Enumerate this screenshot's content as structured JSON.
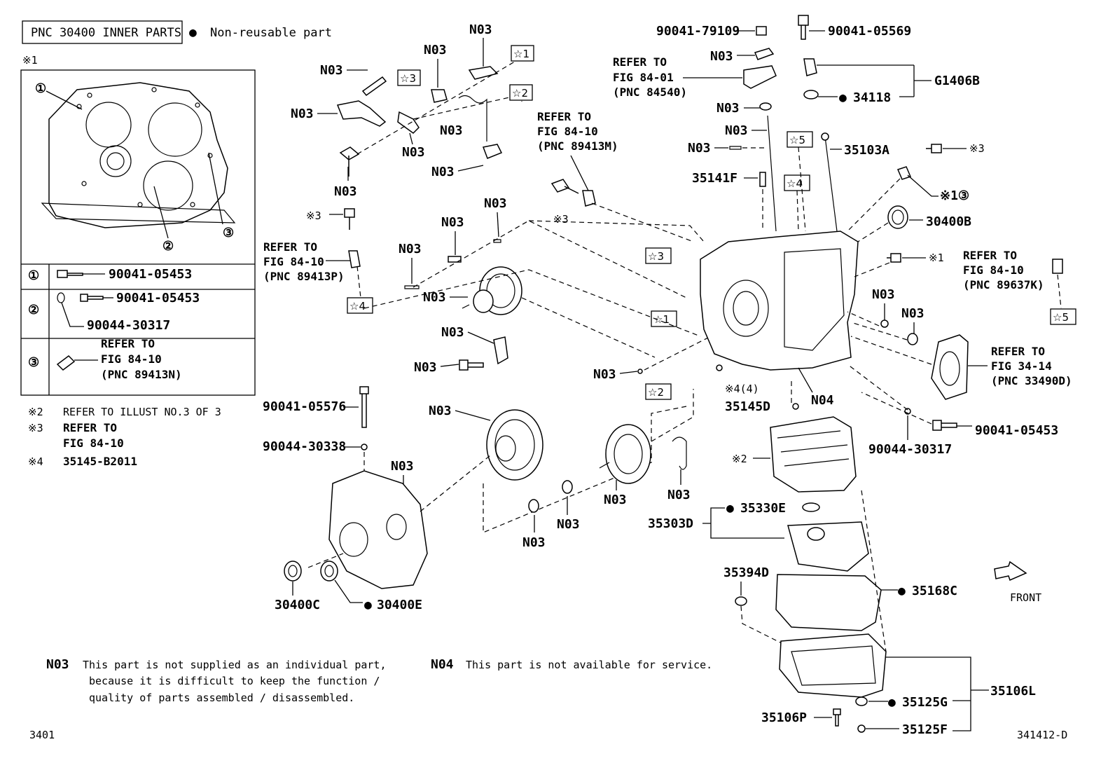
{
  "header": {
    "pnc_label": "PNC 30400 INNER PARTS",
    "legend_dot": "●",
    "legend_text": "Non-reusable part"
  },
  "inset": {
    "mark": "※1",
    "callouts": [
      "①",
      "②",
      "③"
    ],
    "rows": [
      {
        "num": "①",
        "parts": [
          "90041-05453"
        ]
      },
      {
        "num": "②",
        "parts": [
          "90041-05453",
          "90044-30317"
        ]
      },
      {
        "num": "③",
        "refer": [
          "REFER TO",
          "FIG 84-10",
          "(PNC 89413N)"
        ]
      }
    ]
  },
  "side_notes": [
    {
      "mark": "※2",
      "text": "REFER TO ILLUST NO.3 OF 3"
    },
    {
      "mark": "※3",
      "text": "REFER TO",
      "text2": "FIG 84-10"
    },
    {
      "mark": "※4",
      "text": "35145-B2011"
    }
  ],
  "labels": {
    "n03": "N03",
    "n04": "N04",
    "p90041_79109": "90041-79109",
    "p90041_05569": "90041-05569",
    "g1406b": "G1406B",
    "p34118": "34118",
    "p35103a": "35103A",
    "p35141f": "35141F",
    "p30400b": "30400B",
    "x1_3": "※1③",
    "x3": "※3",
    "x1": "※1",
    "x2": "※2",
    "x4_4": "※4(4)",
    "p35145d": "35145D",
    "p90041_05453": "90041-05453",
    "p90044_30317": "90044-30317",
    "p90041_05576": "90041-05576",
    "p90044_30338": "90044-30338",
    "p30400c": "30400C",
    "p30400e": "30400E",
    "p35303d": "35303D",
    "p35330e": "35330E",
    "p35394d": "35394D",
    "p35168c": "35168C",
    "p35106l": "35106L",
    "p35125g": "35125G",
    "p35125f": "35125F",
    "p35106p": "35106P",
    "front": "FRONT"
  },
  "stars": [
    "☆1",
    "☆2",
    "☆3",
    "☆4",
    "☆5"
  ],
  "refers": {
    "r8401": [
      "REFER TO",
      "FIG 84-01",
      "(PNC 84540)"
    ],
    "r89413m": [
      "REFER TO",
      "FIG 84-10",
      "(PNC 89413M)"
    ],
    "r89413p": [
      "REFER TO",
      "FIG 84-10",
      "(PNC 89413P)"
    ],
    "r89637k": [
      "REFER TO",
      "FIG 84-10",
      "(PNC 89637K)"
    ],
    "r33490d": [
      "REFER TO",
      "FIG 34-14",
      "(PNC 33490D)"
    ]
  },
  "footnotes": {
    "n03_code": "N03",
    "n03_line1": "This part is not supplied as an individual part,",
    "n03_line2": "because it is difficult to keep the function /",
    "n03_line3": "quality of parts assembled / disassembled.",
    "n04_code": "N04",
    "n04_line1": "This part is not available for service."
  },
  "corner": {
    "left": "3401",
    "right": "341412-D"
  }
}
